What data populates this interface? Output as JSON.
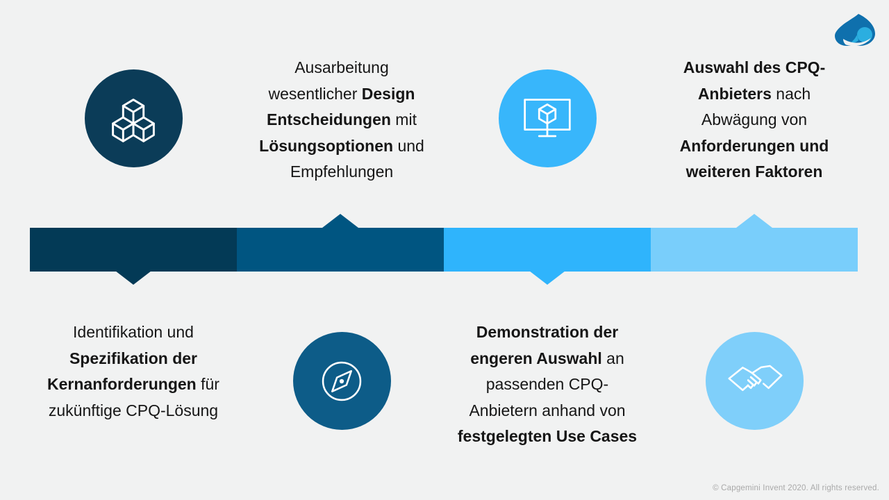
{
  "slide": {
    "background": "#F1F2F2",
    "text_color": "#161616"
  },
  "logo": {
    "name": "capgemini-invent-logo",
    "primary_color": "#0F70AD",
    "accent_color": "#2BAEE0",
    "cut_color": "#F1F2F2"
  },
  "footer": {
    "copyright": "© Capgemini Invent 2020. All rights reserved.",
    "color": "#A9A9A9"
  },
  "timeline": {
    "segments": [
      {
        "color": "#033A56",
        "arrow": "down"
      },
      {
        "color": "#005581",
        "arrow": "up"
      },
      {
        "color": "#2FB4FC",
        "arrow": "down"
      },
      {
        "color": "#79CEFB",
        "arrow": "up"
      }
    ]
  },
  "phases": [
    {
      "icon": {
        "name": "cubes-icon",
        "circle_color": "#0B3C58",
        "position": "top"
      },
      "text": {
        "position": "bottom",
        "lines": [
          [
            {
              "t": "Identifikation und",
              "b": false
            }
          ],
          [
            {
              "t": "Spezifikation der",
              "b": true
            }
          ],
          [
            {
              "t": "Kernanforderungen",
              "b": true
            },
            {
              "t": " für",
              "b": false
            }
          ],
          [
            {
              "t": "zukünftige CPQ-Lösung",
              "b": false
            }
          ]
        ]
      }
    },
    {
      "icon": {
        "name": "compass-icon",
        "circle_color": "#0D5C88",
        "position": "bottom"
      },
      "text": {
        "position": "top",
        "lines": [
          [
            {
              "t": "Ausarbeitung",
              "b": false
            }
          ],
          [
            {
              "t": "wesentlicher ",
              "b": false
            },
            {
              "t": "Design",
              "b": true
            }
          ],
          [
            {
              "t": "Entscheidungen",
              "b": true
            },
            {
              "t": " mit",
              "b": false
            }
          ],
          [
            {
              "t": "Lösungsoptionen",
              "b": true
            },
            {
              "t": " und",
              "b": false
            }
          ],
          [
            {
              "t": "Empfehlungen",
              "b": false
            }
          ]
        ]
      }
    },
    {
      "icon": {
        "name": "monitor-cube-icon",
        "circle_color": "#38B6FB",
        "position": "top"
      },
      "text": {
        "position": "bottom",
        "lines": [
          [
            {
              "t": "Demonstration der",
              "b": true
            }
          ],
          [
            {
              "t": "engeren Auswahl",
              "b": true
            },
            {
              "t": " an",
              "b": false
            }
          ],
          [
            {
              "t": "passenden CPQ-",
              "b": false
            }
          ],
          [
            {
              "t": "Anbietern anhand von",
              "b": false
            }
          ],
          [
            {
              "t": "festgelegten Use Cases",
              "b": true
            }
          ]
        ]
      }
    },
    {
      "icon": {
        "name": "handshake-icon",
        "circle_color": "#7FCFFA",
        "position": "bottom"
      },
      "text": {
        "position": "top",
        "lines": [
          [
            {
              "t": "Auswahl des CPQ-",
              "b": true
            }
          ],
          [
            {
              "t": "Anbieters",
              "b": true
            },
            {
              "t": " nach",
              "b": false
            }
          ],
          [
            {
              "t": "Abwägung von",
              "b": false
            }
          ],
          [
            {
              "t": "Anforderungen und",
              "b": true
            }
          ],
          [
            {
              "t": "weiteren Faktoren",
              "b": true
            }
          ]
        ]
      }
    }
  ]
}
